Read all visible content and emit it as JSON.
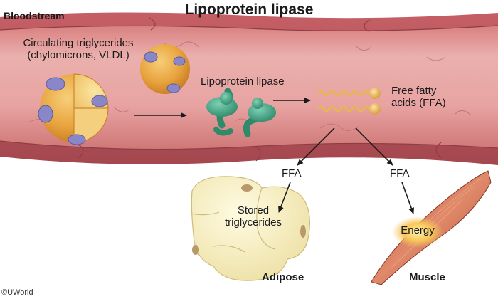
{
  "title": "Lipoprotein lipase",
  "labels": {
    "bloodstream": "Bloodstream",
    "circulating_line1": "Circulating triglycerides",
    "circulating_line2": "(chylomicrons, VLDL)",
    "enzyme": "Lipoprotein lipase",
    "ffa_line1": "Free fatty",
    "ffa_line2": "acids (FFA)",
    "ffa_adipose": "FFA",
    "ffa_muscle": "FFA",
    "stored_line1": "Stored",
    "stored_line2": "triglycerides",
    "energy": "Energy",
    "adipose": "Adipose",
    "muscle": "Muscle"
  },
  "credit": "©UWorld",
  "colors": {
    "vessel": "#c86a6e",
    "vessel_dark": "#8f3d44",
    "lumen": "#e9a7a5",
    "lipoprotein": "#e8a33e",
    "apoprotein": "#8a87c9",
    "enzyme": "#3fa383",
    "fatty_acid": "#e7b456",
    "adipose": "#f5efc2",
    "muscle": "#d06a4b",
    "energy_glow": "#f7c65a"
  },
  "icons": [
    "lipoprotein-icon",
    "enzyme-icon",
    "fatty-acid-icon",
    "adipocyte-icon",
    "muscle-icon"
  ]
}
